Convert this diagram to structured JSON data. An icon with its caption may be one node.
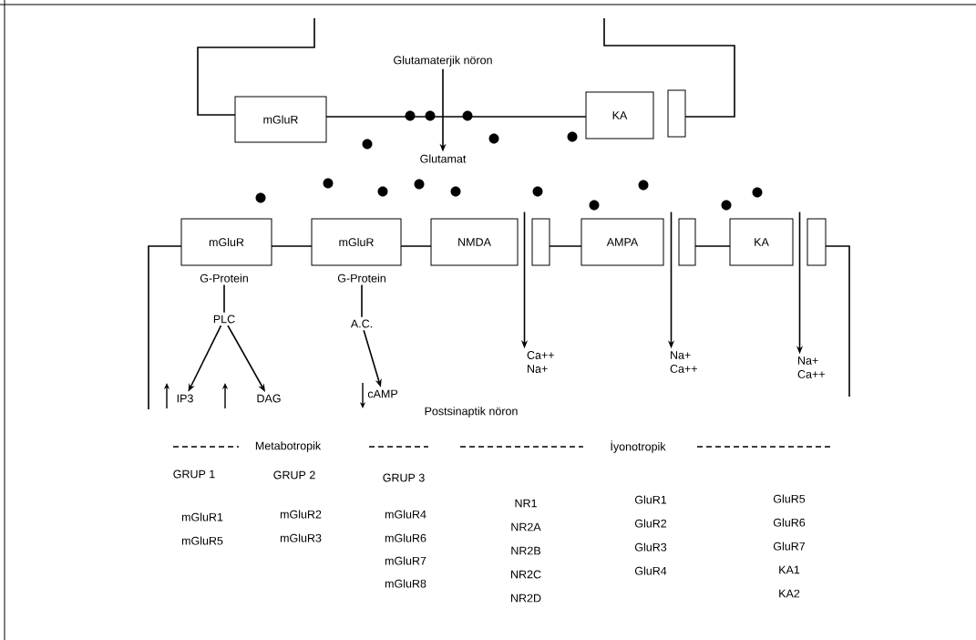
{
  "diagram": {
    "nodes": [
      {
        "text": [
          "mGluR"
        ]
      },
      {
        "text": [
          "KA"
        ]
      },
      {
        "text": [],
        "shape": "box"
      },
      {
        "text": [
          "Glutamaterjik nöron"
        ]
      },
      {
        "text": [
          "Glutamat"
        ]
      },
      {
        "text": [
          "mGluR"
        ]
      },
      {
        "text": [
          "mGluR"
        ]
      },
      {
        "text": [
          "NMDA"
        ]
      },
      {
        "text": [],
        "shape": "box"
      },
      {
        "text": [
          "AMPA"
        ]
      },
      {
        "text": [],
        "shape": "box"
      },
      {
        "text": [
          "KA"
        ]
      },
      {
        "text": [],
        "shape": "box"
      },
      {
        "text": [
          "G-Protein"
        ]
      },
      {
        "text": [
          "G-Protein"
        ]
      },
      {
        "text": [
          "PLC"
        ]
      },
      {
        "text": [
          "A.C."
        ]
      },
      {
        "text": [
          "IP3"
        ]
      },
      {
        "text": [
          "DAG"
        ]
      },
      {
        "text": [
          "cAMP"
        ]
      },
      {
        "text": [
          "Ca++ Na+"
        ]
      },
      {
        "text": [
          "Na+ Ca++"
        ]
      },
      {
        "text": [
          "Na+ Ca++"
        ]
      }
    ],
    "edges": [
      {
        "from": 3,
        "to": 4,
        "arrow": "to"
      },
      {
        "from": 13,
        "to": 15,
        "arrow": "none"
      },
      {
        "from": 15,
        "to": 17,
        "arrow": "to"
      },
      {
        "from": 15,
        "to": 18,
        "arrow": "to"
      },
      {
        "from": 14,
        "to": 16,
        "arrow": "none"
      },
      {
        "from": 16,
        "to": 19,
        "arrow": "to"
      },
      {
        "from": 8,
        "to": 20,
        "arrow": "to"
      },
      {
        "from": 10,
        "to": 21,
        "arrow": "to"
      },
      {
        "from": 12,
        "to": 22,
        "arrow": "to"
      }
    ],
    "labels": [
      "Postsinaptik nöron",
      "Metabotropik",
      "İyonotropik",
      "GRUP 1",
      "GRUP 2",
      "GRUP 3",
      "mGluR1",
      "mGluR5",
      "mGluR2",
      "mGluR3",
      "mGluR4",
      "mGluR6",
      "mGluR7",
      "mGluR8",
      "NR1",
      "NR2A",
      "NR2B",
      "NR2C",
      "NR2D",
      "GluR1",
      "GluR2",
      "GluR3",
      "GluR4",
      "GluR5",
      "GluR6",
      "GluR7",
      "KA1",
      "KA2"
    ]
  }
}
